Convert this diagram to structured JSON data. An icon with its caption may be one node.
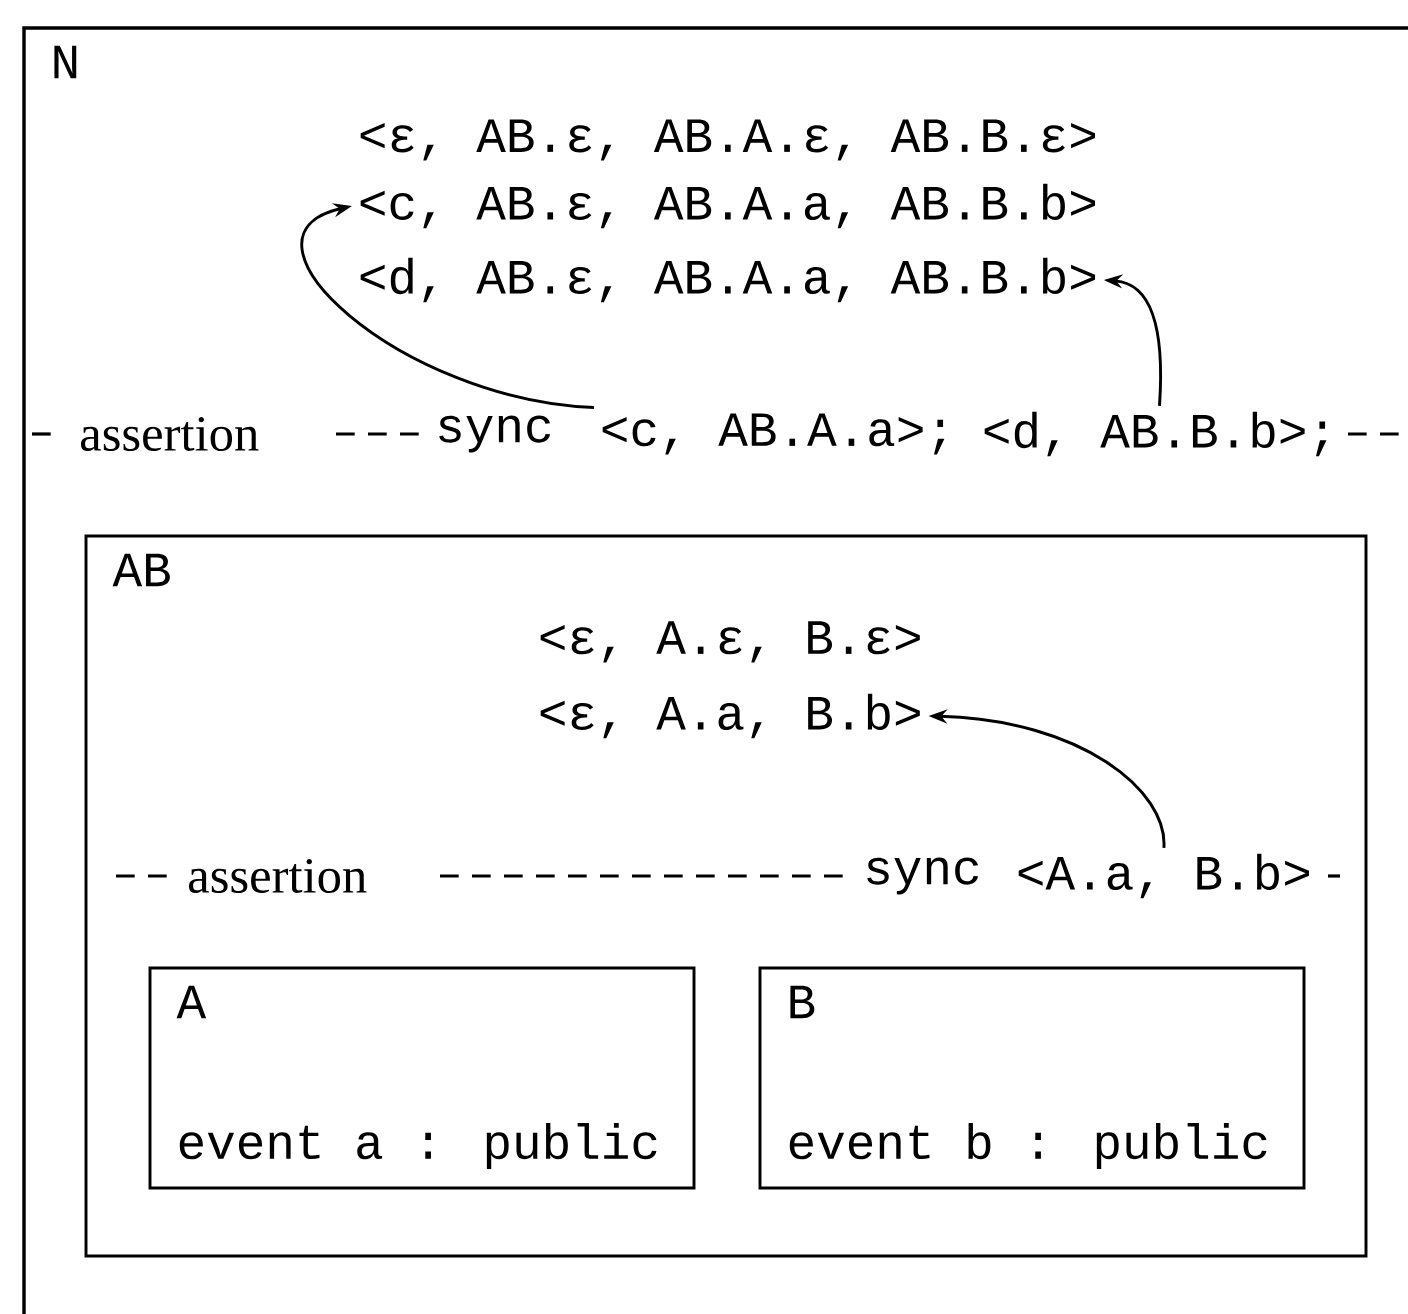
{
  "diagram": {
    "nodes": [
      {
        "text": [
          "N"
        ]
      },
      {
        "text": [
          "<ε, AB.ε, AB.A.ε, AB.B.ε>"
        ],
        "in": 0
      },
      {
        "text": [
          "<c, AB.ε, AB.A.a, AB.B.b>"
        ],
        "in": 0
      },
      {
        "text": [
          "<d, AB.ε, AB.A.a, AB.B.b>"
        ],
        "in": 0
      },
      {
        "text": [
          "<c, AB.A.a>;"
        ],
        "in": 0
      },
      {
        "text": [
          "<d, AB.B.b>;"
        ],
        "in": 0
      },
      {
        "text": [
          "AB"
        ],
        "in": 0
      },
      {
        "text": [
          "<ε, A.ε, B.ε>"
        ],
        "in": 6
      },
      {
        "text": [
          "<ε, A.a, B.b>"
        ],
        "in": 6
      },
      {
        "text": [
          "<A.a, B.b>"
        ],
        "in": 6
      },
      {
        "text": [
          "A",
          "event a : public"
        ],
        "in": 6
      },
      {
        "text": [
          "B",
          "event b : public"
        ],
        "in": 6
      }
    ],
    "edges": [
      {
        "from": 4,
        "to": 2,
        "arrow": "to"
      },
      {
        "from": 5,
        "to": 3,
        "arrow": "to"
      },
      {
        "from": 9,
        "to": 8,
        "arrow": "to"
      }
    ],
    "labels": [
      "assertion",
      "sync",
      "assertion",
      "sync"
    ]
  }
}
